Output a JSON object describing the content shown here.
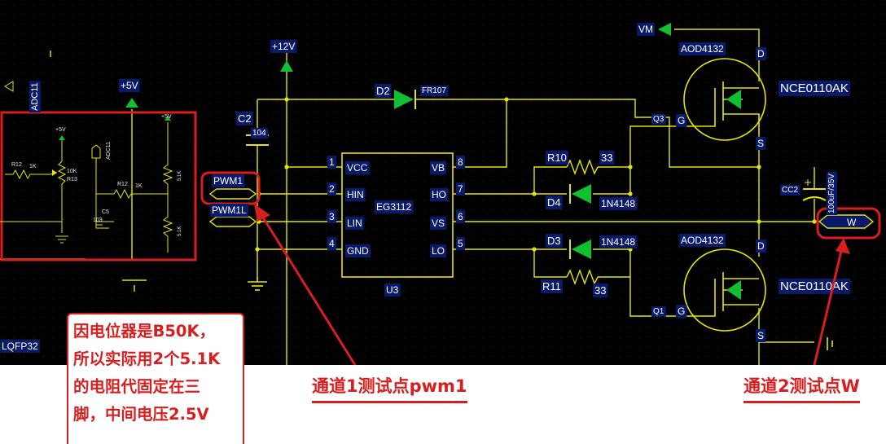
{
  "labels": {
    "vm": "VM",
    "v12": "+12V",
    "v5": "+5V",
    "adc11": "ADC11",
    "inset_v5a": "+5V",
    "inset_v5b": "+5V",
    "inset_r12a": "R12",
    "inset_1ka": "1K",
    "inset_10k": "10K",
    "inset_r13": "R13",
    "inset_adc": "ADC11",
    "inset_r12b": "R12",
    "inset_1kb": "1K",
    "inset_c5": "C5",
    "inset_103": "103",
    "inset_5k1a": "5.1K",
    "inset_5k1b": "5.1K",
    "lqfp": "LQFP32",
    "c2": "C2",
    "c2_val": "104",
    "d2": "D2",
    "fr107": "FR107",
    "pwm1": "PWM1",
    "pwm1l": "PWM1L",
    "u3_ref": "U3",
    "u3_part": "EG3112",
    "pin_vcc": "VCC",
    "pin_hin": "HIN",
    "pin_lin": "LIN",
    "pin_gnd": "GND",
    "pin_vb": "VB",
    "pin_ho": "HO",
    "pin_vs": "VS",
    "pin_lo": "LO",
    "n1": "1",
    "n2": "2",
    "n3": "3",
    "n4": "4",
    "n5": "5",
    "n6": "6",
    "n7": "7",
    "n8": "8",
    "r10": "R10",
    "r10_val": "33",
    "d4": "D4",
    "d4_val": "1N4148",
    "d3": "D3",
    "d3_val": "1N4148",
    "r11": "R11",
    "r11_val": "33",
    "q3": "Q3",
    "q1": "Q1",
    "aod_top": "AOD4132",
    "aod_bot": "AOD4132",
    "nce_top": "NCE0110AK",
    "nce_bot": "NCE0110AK",
    "d_top": "D",
    "g_top": "G",
    "s_top": "S",
    "d_bot": "D",
    "g_bot": "G",
    "s_bot": "S",
    "cc2": "CC2",
    "cc2_val": "100uF/35V",
    "w": "W"
  },
  "annotations": {
    "note_lines": [
      "因电位器是B50K，",
      "所以实际用2个5.1K",
      "的电阻代固定在三",
      "脚，中间电压2.5V"
    ],
    "caption1": "通道1测试点pwm1",
    "caption2": "通道2测试点W"
  },
  "colors": {
    "background": "#000000",
    "wire": "#e6e600",
    "symbol": "#e6e600",
    "label_text": "#ffffff",
    "label_bg": "#0a1a6a",
    "diode_fill": "#10c030",
    "annotation": "#d81e1e"
  }
}
